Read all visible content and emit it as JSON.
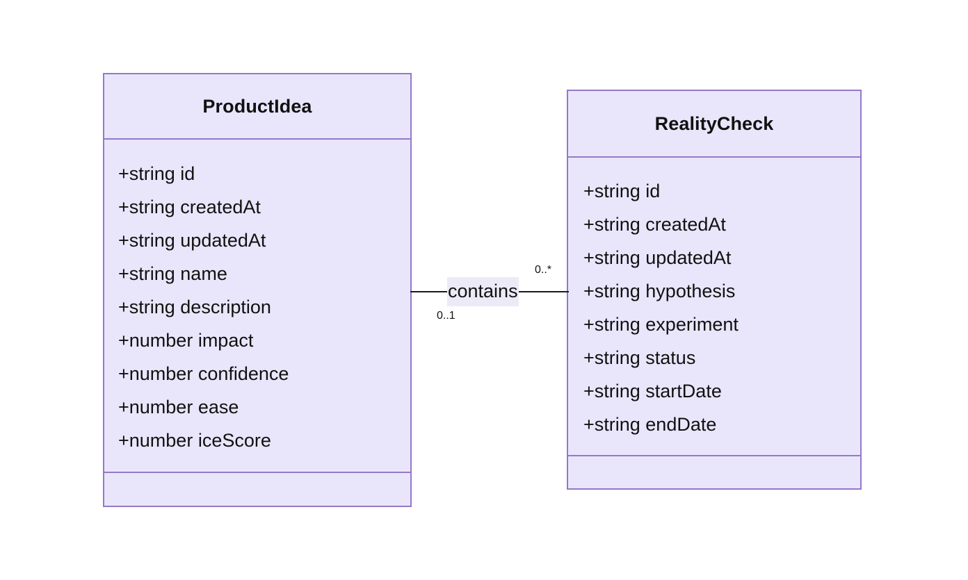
{
  "diagram": {
    "type": "uml-class-diagram",
    "background_color": "#ffffff",
    "class_fill_color": "#E9E6FB",
    "class_border_color": "#9578c9",
    "text_color": "#111111",
    "line_color": "#1a1a1a"
  },
  "classes": [
    {
      "name": "ProductIdea",
      "attributes": [
        "+string id",
        "+string createdAt",
        "+string updatedAt",
        "+string name",
        "+string description",
        "+number impact",
        "+number confidence",
        "+number ease",
        "+number iceScore"
      ],
      "methods": []
    },
    {
      "name": "RealityCheck",
      "attributes": [
        "+string id",
        "+string createdAt",
        "+string updatedAt",
        "+string hypothesis",
        "+string experiment",
        "+string status",
        "+string startDate",
        "+string endDate"
      ],
      "methods": []
    }
  ],
  "relationship": {
    "label": "contains",
    "source_class": "ProductIdea",
    "target_class": "RealityCheck",
    "source_multiplicity": "0..1",
    "target_multiplicity": "0..*",
    "label_highlight_color": "#EDEAF8"
  }
}
